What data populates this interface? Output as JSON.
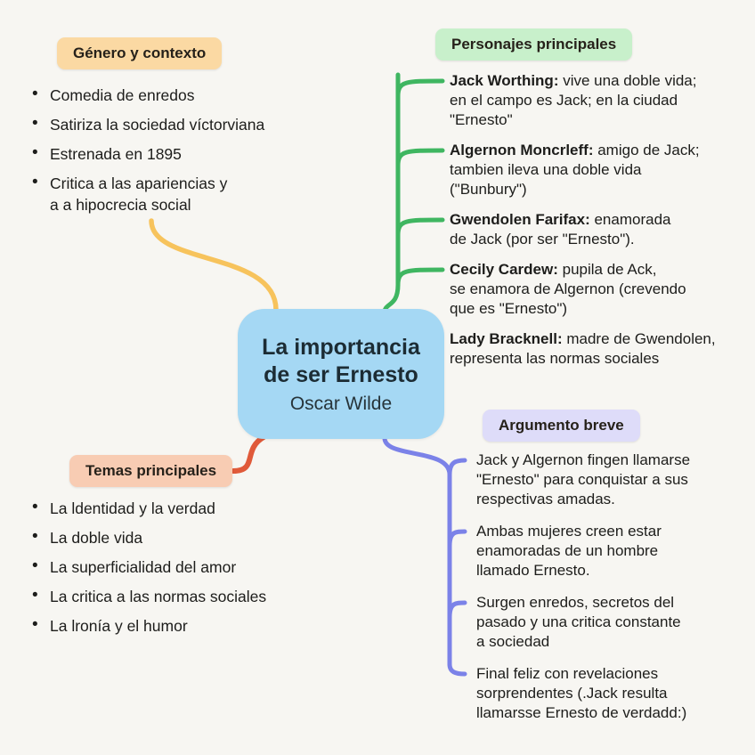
{
  "colors": {
    "background": "#f7f6f2",
    "genero_branch": "#f7c35c",
    "personajes_branch": "#3fb661",
    "temas_branch": "#e05a3a",
    "argumento_branch": "#7b82e8",
    "center_node_fill": "#a5d8f4",
    "genero_badge": "#fbd9a3",
    "personajes_badge": "#c8f0cb",
    "temas_badge": "#f8ccb3",
    "argumento_badge": "#dedcf9"
  },
  "center": {
    "title": "La importancia\nde ser Ernesto",
    "subtitle": "Oscar Wilde"
  },
  "branches": {
    "genero": {
      "label": "Género y contexto",
      "items": [
        "Comedia de enredos",
        "Satiriza la sociedad víctorviana",
        "Estrenada en 1895",
        "Critica a las apariencias y\na a hipocrecia social"
      ]
    },
    "personajes": {
      "label": "Personajes principales",
      "items": [
        {
          "name": "Jack Worthing:",
          "desc": " vive una doble vida;\nen el campo es Jack; en la ciudad\n\"Ernesto\""
        },
        {
          "name": "Algernon Moncrleff:",
          "desc": " amigo de Jack;\ntambien ileva una doble vida\n(\"Bunbury\")"
        },
        {
          "name": "Gwendolen Farifax:",
          "desc": " enamorada\nde Jack (por ser \"Ernesto\")."
        },
        {
          "name": "Cecily Cardew:",
          "desc": " pupila de Ack,\nse enamora de Algernon (crevendo\nque es \"Ernesto\")"
        },
        {
          "name": "Lady Bracknell:",
          "desc": " madre de Gwendolen,\nrepresenta las normas sociales"
        }
      ]
    },
    "temas": {
      "label": "Temas principales",
      "items": [
        "La ldentidad y la verdad",
        "La doble vida",
        "La superficialidad del amor",
        "La critica a las normas sociales",
        "La lronía y el humor"
      ]
    },
    "argumento": {
      "label": "Argumento breve",
      "items": [
        "Jack y Algernon fingen llamarse\n\"Ernesto\" para conquistar a sus\nrespectivas amadas.",
        "Ambas mujeres creen estar\nenamoradas de un hombre\nllamado Ernesto.",
        "Surgen enredos, secretos del\npasado y una critica constante\na sociedad",
        "Final feliz con revelaciones\nsorprendentes (.Jack resulta\nllamarsse Ernesto de verdadd:)"
      ]
    }
  }
}
